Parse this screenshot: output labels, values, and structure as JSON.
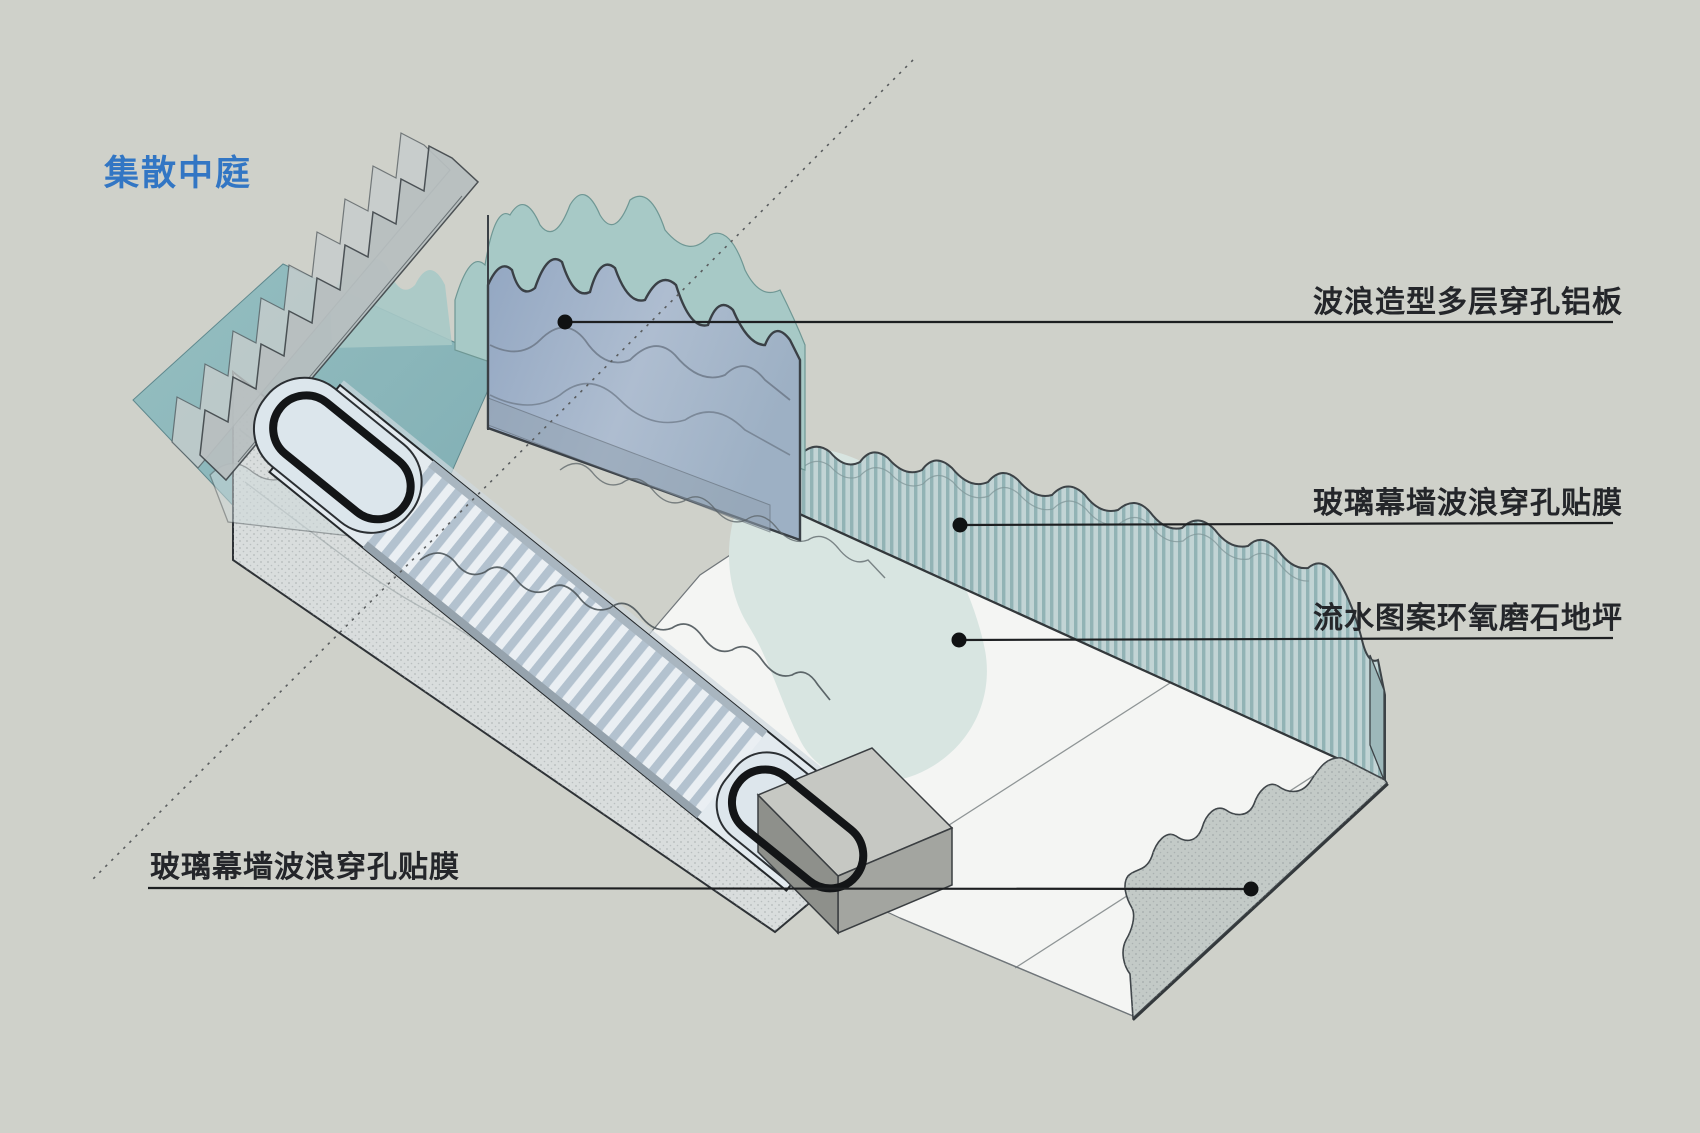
{
  "title": {
    "text": "集散中庭",
    "color": "#3276c4"
  },
  "annotations": {
    "right": [
      {
        "label": "波浪造型多层穿孔铝板"
      },
      {
        "label": "玻璃幕墙波浪穿孔贴膜"
      },
      {
        "label": "流水图案环氧磨石地坪"
      }
    ],
    "left": [
      {
        "label": "玻璃幕墙波浪穿孔贴膜"
      }
    ]
  },
  "legend_meaning": {
    "wavy_aluminum_panel": "波浪造型多层穿孔铝板",
    "glass_curtain_wall_film": "玻璃幕墙波浪穿孔贴膜",
    "epoxy_terrazzo_floor": "流水图案环氧磨石地坪"
  },
  "colors": {
    "background": "#cfd1ca",
    "title_blue": "#3276c4",
    "label_dark": "#24262a",
    "teal_plane": "#8db8bc",
    "panel_blue": "#a3b4cb",
    "panel_back_teal": "#a7c9c6",
    "glass_wall_teal": "#b9cfd0",
    "floor_white": "#f4f5f3",
    "floor_water_teal": "#d8e5e1",
    "structure_gray": "#d9dddd",
    "handrail_black": "#131517"
  }
}
